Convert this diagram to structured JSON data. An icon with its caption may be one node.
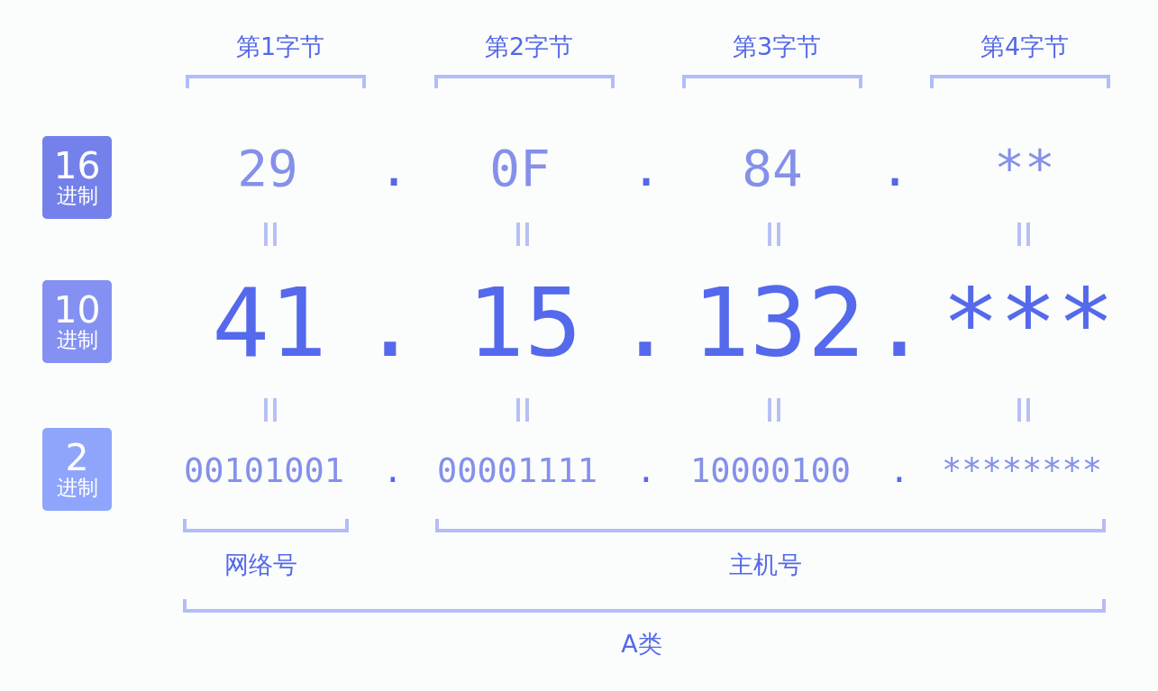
{
  "diagram": {
    "nodes": [
      {
        "text": [
          "16",
          "进制"
        ]
      },
      {
        "text": [
          "10",
          "进制"
        ]
      },
      {
        "text": [
          "2",
          "进制"
        ]
      }
    ],
    "labels": [
      "第1字节",
      "第2字节",
      "第3字节",
      "第4字节",
      "29",
      ".",
      "0F",
      ".",
      "84",
      ".",
      "**",
      "41",
      ".",
      "15",
      ".",
      "132",
      ".",
      "***",
      "00101001",
      ".",
      "00001111",
      ".",
      "10000100",
      ".",
      "********",
      "网络号",
      "主机号",
      "A类"
    ]
  }
}
